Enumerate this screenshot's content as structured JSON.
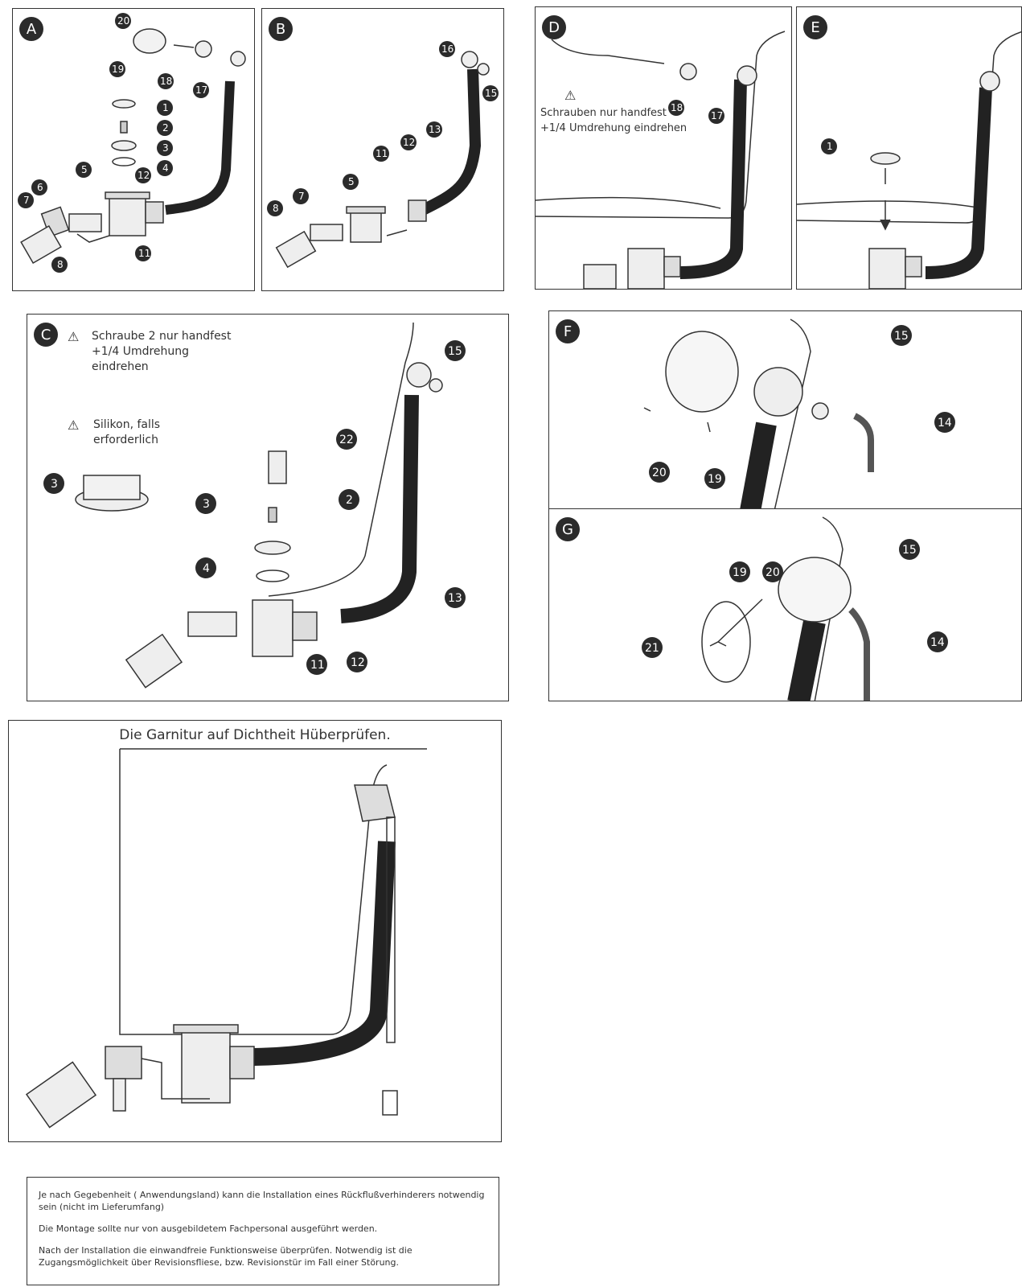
{
  "panels": {
    "A": {
      "label": "A"
    },
    "B": {
      "label": "B"
    },
    "C": {
      "label": "C",
      "note_screw": "Schraube 2 nur handfest\n+1/4 Umdrehung\neindrehen",
      "note_silicone": "Silikon, falls\nerforderlich"
    },
    "D": {
      "label": "D",
      "note": "Schrauben nur handfest\n+1/4 Umdrehung eindrehen"
    },
    "E": {
      "label": "E"
    },
    "F": {
      "label": "F"
    },
    "G": {
      "label": "G"
    }
  },
  "check": {
    "title": "Die Garnitur auf Dichtheit Hüberprüfen."
  },
  "notice": {
    "p1": "Je nach Gegebenheit ( Anwendungsland) kann die Installation eines Rückflußverhinderers notwendig sein (nicht im Lieferumfang)",
    "p2": "Die Montage sollte nur von ausgebildetem Fachpersonal ausgeführt werden.",
    "p3": "Nach der Installation die einwandfreie Funktionsweise überprüfen. Notwendig ist die Zugangsmöglichkeit über Revisionsfliese, bzw. Revisionstür im Fall einer Störung."
  }
}
